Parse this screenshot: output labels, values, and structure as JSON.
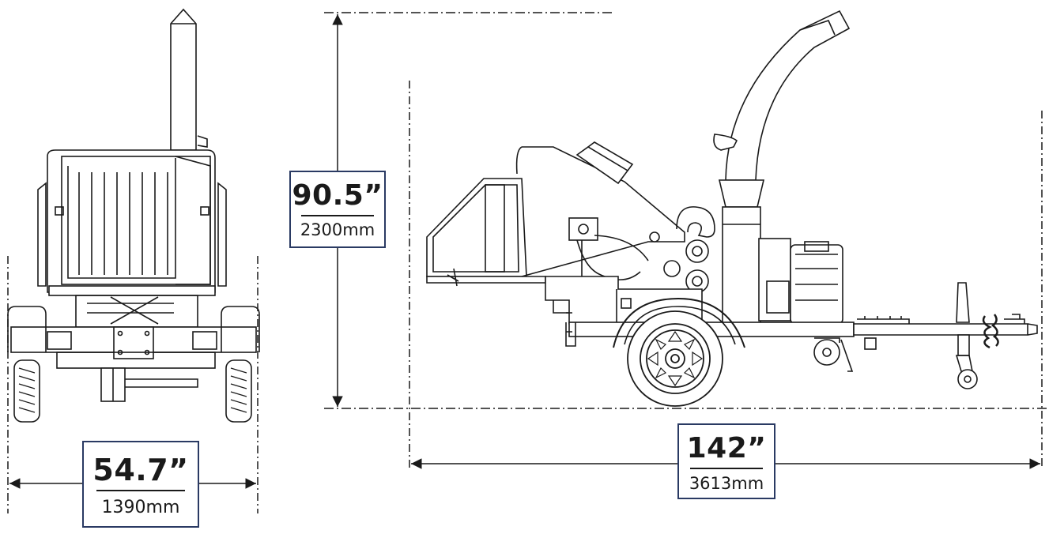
{
  "dimensions": {
    "height": {
      "imperial": "90.5”",
      "metric": "2300mm"
    },
    "width": {
      "imperial": "54.7”",
      "metric": "1390mm"
    },
    "length": {
      "imperial": "142”",
      "metric": "3613mm"
    }
  },
  "colors": {
    "line": "#1a1a1a",
    "box_border": "#2a3a63",
    "background": "#ffffff"
  }
}
